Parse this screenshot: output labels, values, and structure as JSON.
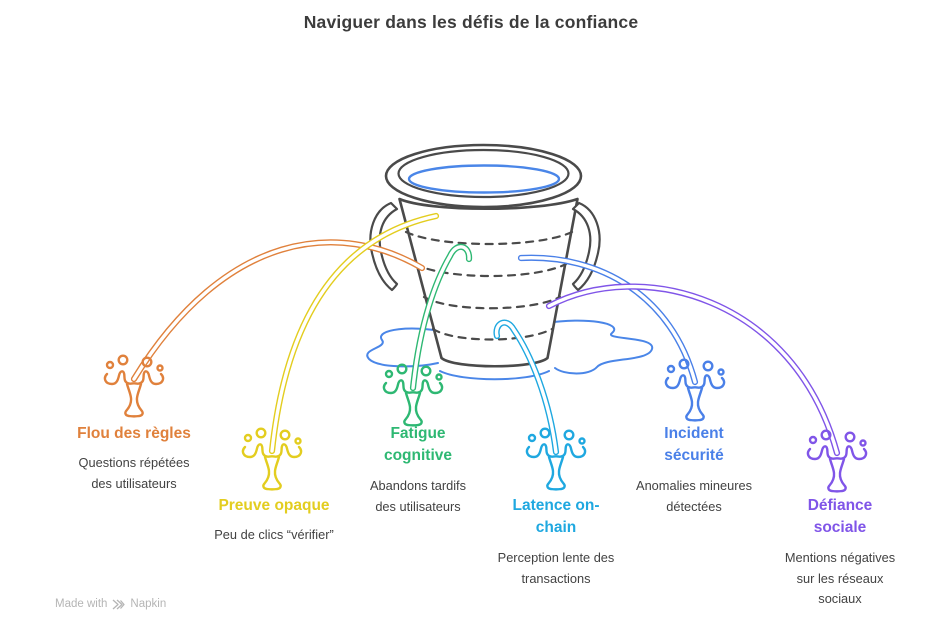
{
  "title": "Naviguer dans les défis de la confiance",
  "bucket": {
    "outline_color": "#4A4A4A",
    "water_color": "#4A86E8"
  },
  "challenges": [
    {
      "label": "Flou des règles",
      "description": "Questions répétées\ndes utilisateurs",
      "color": "#E0813C"
    },
    {
      "label": "Preuve opaque",
      "description": "Peu de clics “vérifier”",
      "color": "#E3CD1F"
    },
    {
      "label": "Fatigue\ncognitive",
      "description": "Abandons tardifs\ndes utilisateurs",
      "color": "#2EB873"
    },
    {
      "label": "Latence on-\nchain",
      "description": "Perception lente des\ntransactions",
      "color": "#1FA8E0"
    },
    {
      "label": "Incident\nsécurité",
      "description": "Anomalies mineures\ndétectées",
      "color": "#4A80E8"
    },
    {
      "label": "Défiance\nsociale",
      "description": "Mentions négatives\nsur les réseaux\nsociaux",
      "color": "#8055E8"
    }
  ],
  "footer": {
    "made_with": "Made with",
    "brand": "Napkin"
  }
}
